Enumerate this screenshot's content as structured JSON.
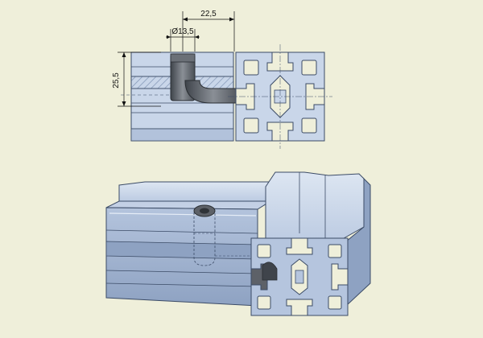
{
  "dimensions": {
    "top_width": "22,5",
    "hole_diameter": "Ø13,5",
    "height": "25,5"
  },
  "colors": {
    "background": "#efefda",
    "profile_light": "#c9d6e9",
    "profile_mid": "#a9bbd6",
    "profile_dark": "#7f93b3",
    "outline": "#3b4b66",
    "connector": "#5d6168",
    "section_hatch": "#8fa3c3"
  }
}
